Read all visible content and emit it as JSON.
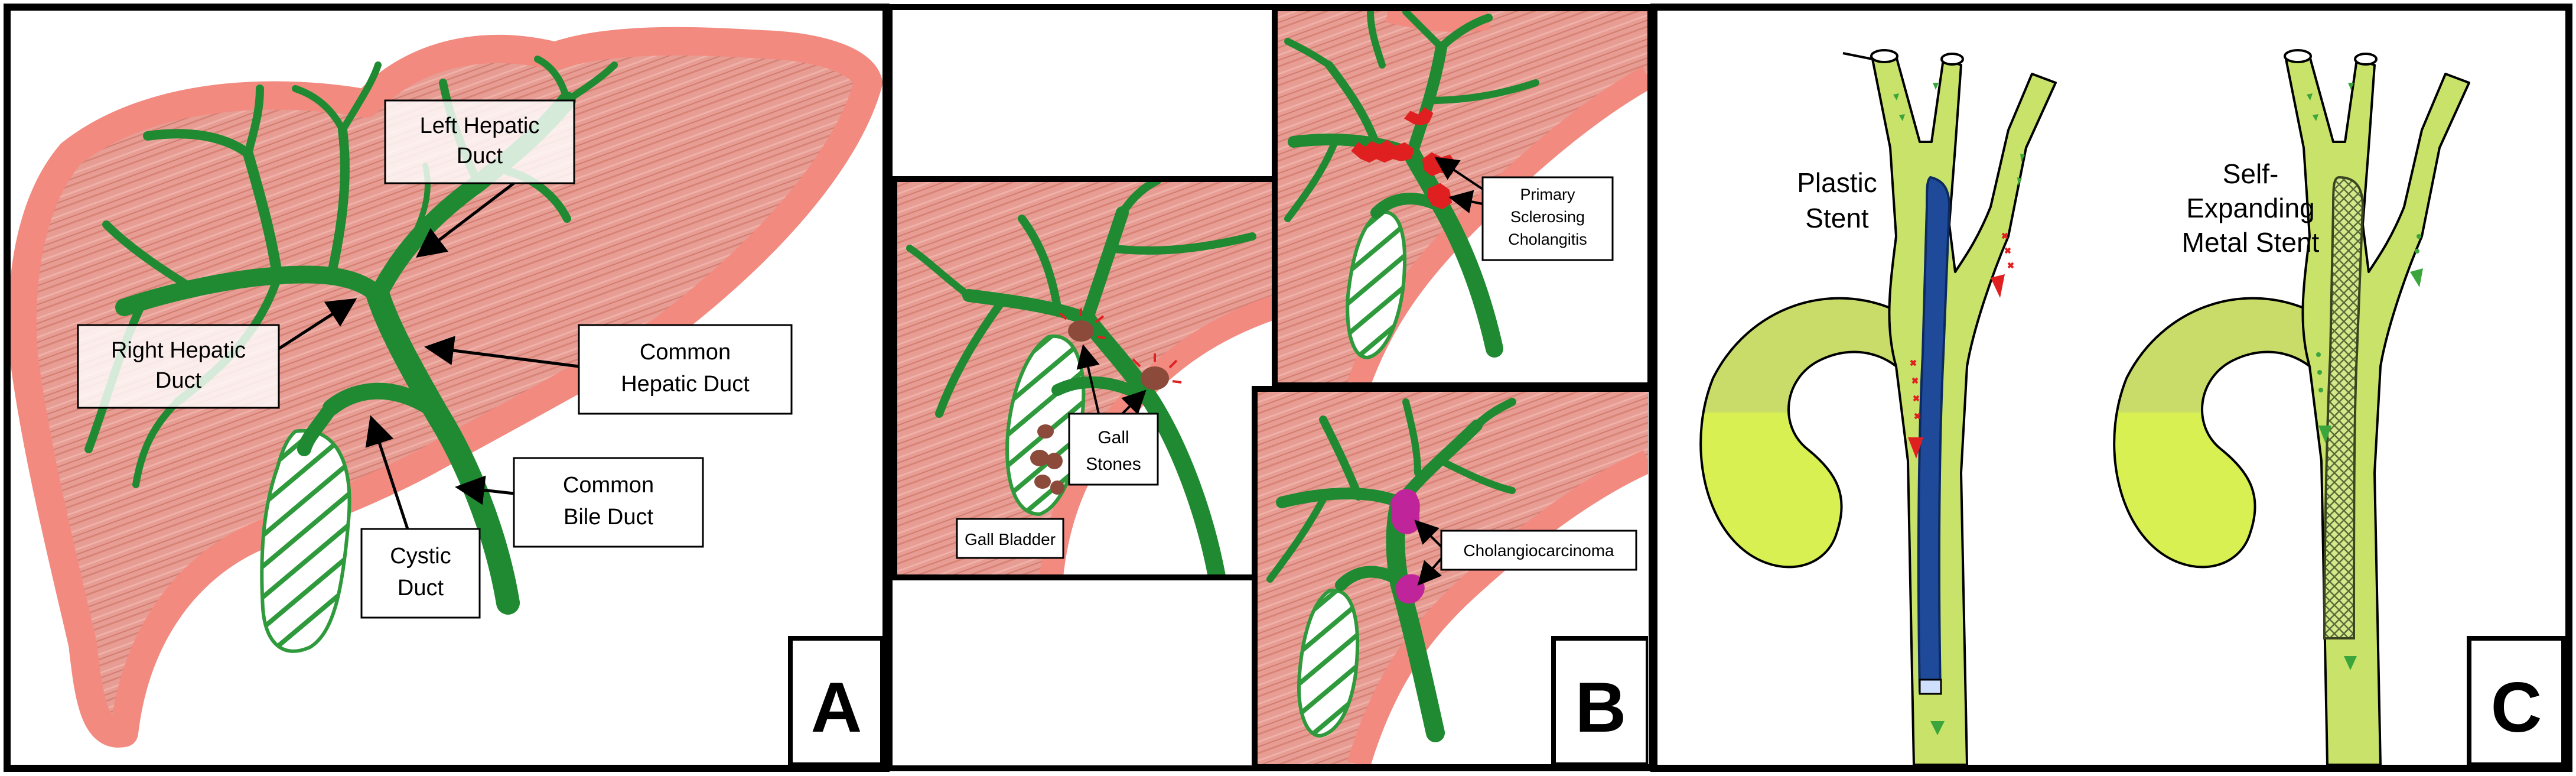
{
  "panels": {
    "a": {
      "letter": "A",
      "labels": {
        "left_hepatic": [
          "Left Hepatic",
          "Duct"
        ],
        "right_hepatic": [
          "Right Hepatic",
          "Duct"
        ],
        "common_hepatic": [
          "Common",
          "Hepatic Duct"
        ],
        "common_bile": [
          "Common",
          "Bile Duct"
        ],
        "cystic": [
          "Cystic",
          "Duct"
        ]
      }
    },
    "b": {
      "letter": "B",
      "labels": {
        "gall_stones": [
          "Gall",
          "Stones"
        ],
        "gall_bladder": [
          "Gall Bladder"
        ],
        "psc": [
          "Primary",
          "Sclerosing",
          "Cholangitis"
        ],
        "cholangiocarcinoma": [
          "Cholangiocarcinoma"
        ]
      }
    },
    "c": {
      "letter": "C",
      "labels": {
        "plastic_stent": [
          "Plastic",
          "Stent"
        ],
        "metal_stent": [
          "Self-",
          "Expanding",
          "Metal Stent"
        ]
      }
    }
  },
  "colors": {
    "liver_outline": "#f28a80",
    "liver_fill": "#e59a90",
    "duct": "#1f8a32",
    "stone": "#8b4a3a",
    "psc_red": "#e02020",
    "tumor": "#c0249a",
    "duct_lime": "#c8e26a",
    "plastic_stent": "#1f4a9a",
    "arrow_green": "#3aa53a"
  }
}
